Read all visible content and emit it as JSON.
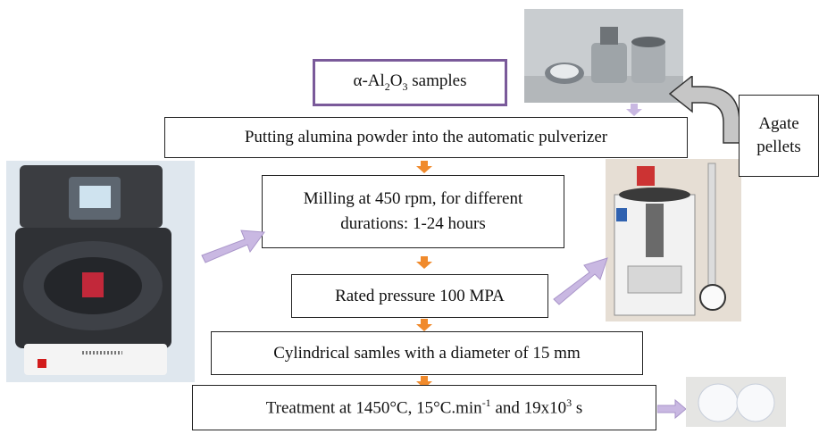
{
  "steps": {
    "s1_a": "α-Al",
    "s1_sub1": "2",
    "s1_b": "O",
    "s1_sub2": "3",
    "s1_c": " samples",
    "s2": "Putting alumina powder into the automatic pulverizer",
    "s3_line1": "Milling at 450 rpm, for different",
    "s3_line2": "durations: 1-24 hours",
    "s4": "Rated pressure 100 MPA",
    "s5": "Cylindrical samles with a diameter of 15 mm",
    "s6_a": "Treatment at 1450°C, 15°C.min",
    "s6_sup1": "-1",
    "s6_b": " and 19x10",
    "s6_sup2": "3",
    "s6_c": " s"
  },
  "side_label": {
    "line1": "Agate",
    "line2": "pellets"
  },
  "colors": {
    "step_arrow": "#f08a2c",
    "lavender_arrow": "#c9b8e2",
    "purple_border": "#7a5a9a"
  }
}
